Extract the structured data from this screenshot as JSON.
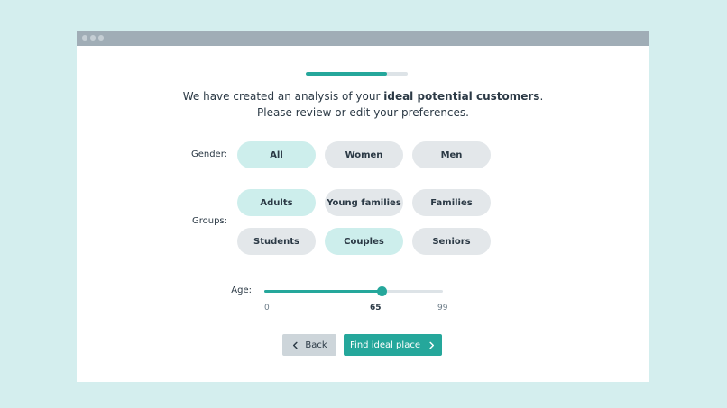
{
  "progress": {
    "fraction": 0.8
  },
  "headline": {
    "line1_pre": "We have created an analysis of your ",
    "line1_bold": "ideal potential customers",
    "line1_post": ".",
    "line2": "Please review or edit your preferences."
  },
  "gender": {
    "label": "Gender:",
    "options": [
      {
        "label": "All",
        "selected": true
      },
      {
        "label": "Women",
        "selected": false
      },
      {
        "label": "Men",
        "selected": false
      }
    ]
  },
  "groups": {
    "label": "Groups:",
    "options": [
      {
        "label": "Adults",
        "selected": true
      },
      {
        "label": "Young families",
        "selected": false
      },
      {
        "label": "Families",
        "selected": false
      },
      {
        "label": "Students",
        "selected": false
      },
      {
        "label": "Couples",
        "selected": true
      },
      {
        "label": "Seniors",
        "selected": false
      }
    ]
  },
  "age": {
    "label": "Age:",
    "min": "0",
    "value": "65",
    "max": "99"
  },
  "buttons": {
    "back": "Back",
    "find": "Find ideal place"
  },
  "colors": {
    "accent": "#25a79b",
    "selected_pill": "#cdeeec",
    "pill": "#e3e7ea",
    "background": "#d4eeee"
  }
}
